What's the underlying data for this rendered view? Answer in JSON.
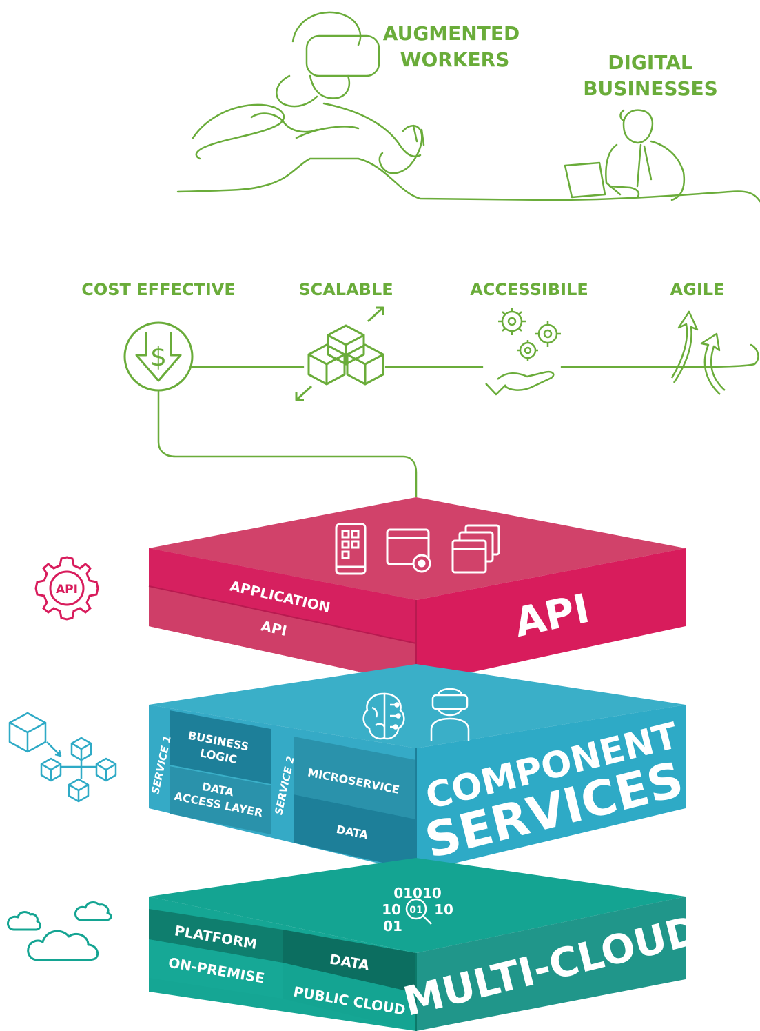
{
  "colors": {
    "green": "#6aac3a",
    "pink_top": "#d1426a",
    "pink_front": "#d81c5c",
    "pink_dark": "#b81a50",
    "blue_top": "#3aafc8",
    "blue_front": "#2eaac6",
    "blue_dark": "#1d7f99",
    "teal_top": "#14a492",
    "teal_front": "#20968a",
    "teal_dark": "#0c7a6a"
  },
  "header": {
    "augmented": [
      "AUGMENTED",
      "WORKERS"
    ],
    "digital": [
      "DIGITAL",
      "BUSINESSES"
    ]
  },
  "attributes": [
    {
      "label": "COST EFFECTIVE",
      "icon": "dollar-down-icon"
    },
    {
      "label": "SCALABLE",
      "icon": "cubes-icon"
    },
    {
      "label": "ACCESSIBILE",
      "icon": "gears-hand-icon"
    },
    {
      "label": "AGILE",
      "icon": "arrows-up-icon"
    }
  ],
  "api_layer": {
    "title": "API",
    "rows": [
      "APPLICATION",
      "API"
    ],
    "side_icon_label": "API"
  },
  "component_layer": {
    "title_line1": "COMPONENT",
    "title_line2": "SERVICES",
    "service1": "SERVICE 1",
    "service2": "SERVICE 2",
    "service1_rows": [
      [
        "BUSINESS",
        "LOGIC"
      ],
      [
        "DATA",
        "ACCESS LAYER"
      ]
    ],
    "service2_rows": [
      "MICROSERVICE",
      "DATA"
    ]
  },
  "cloud_layer": {
    "title": "MULTI-CLOUD",
    "cells": [
      "PLATFORM",
      "DATA",
      "ON-PREMISE",
      "PUBLIC CLOUD"
    ],
    "binary_rows": [
      "01010",
      "10",
      "01",
      "10",
      "01"
    ]
  }
}
